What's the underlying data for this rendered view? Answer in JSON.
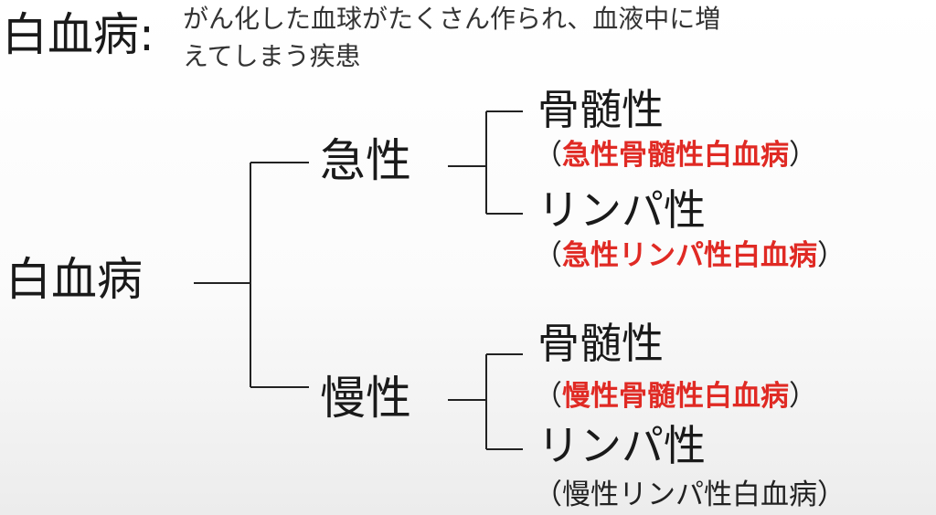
{
  "definition": {
    "term": "白血病:",
    "line1": "がん化した血球がたくさん作られ、血液中に増",
    "line2": "えてしまう疾患"
  },
  "tree": {
    "root": "白血病",
    "acute": {
      "label": "急性",
      "myeloid": {
        "label": "骨髄性",
        "note_open": "（",
        "note_text": "急性骨髄性白血病",
        "note_close": "）"
      },
      "lymphoid": {
        "label": "リンパ性",
        "note_open": "（",
        "note_text": "急性リンパ性白血病",
        "note_close": "）"
      }
    },
    "chronic": {
      "label": "慢性",
      "myeloid": {
        "label": "骨髄性",
        "note_open": "（",
        "note_text": "慢性骨髄性白血病",
        "note_close": "）"
      },
      "lymphoid": {
        "label": "リンパ性",
        "note_open": "（",
        "note_text": "慢性リンパ性白血病",
        "note_close": "）"
      }
    }
  },
  "colors": {
    "highlight": "#e02a24",
    "text": "#1a1a1a"
  }
}
